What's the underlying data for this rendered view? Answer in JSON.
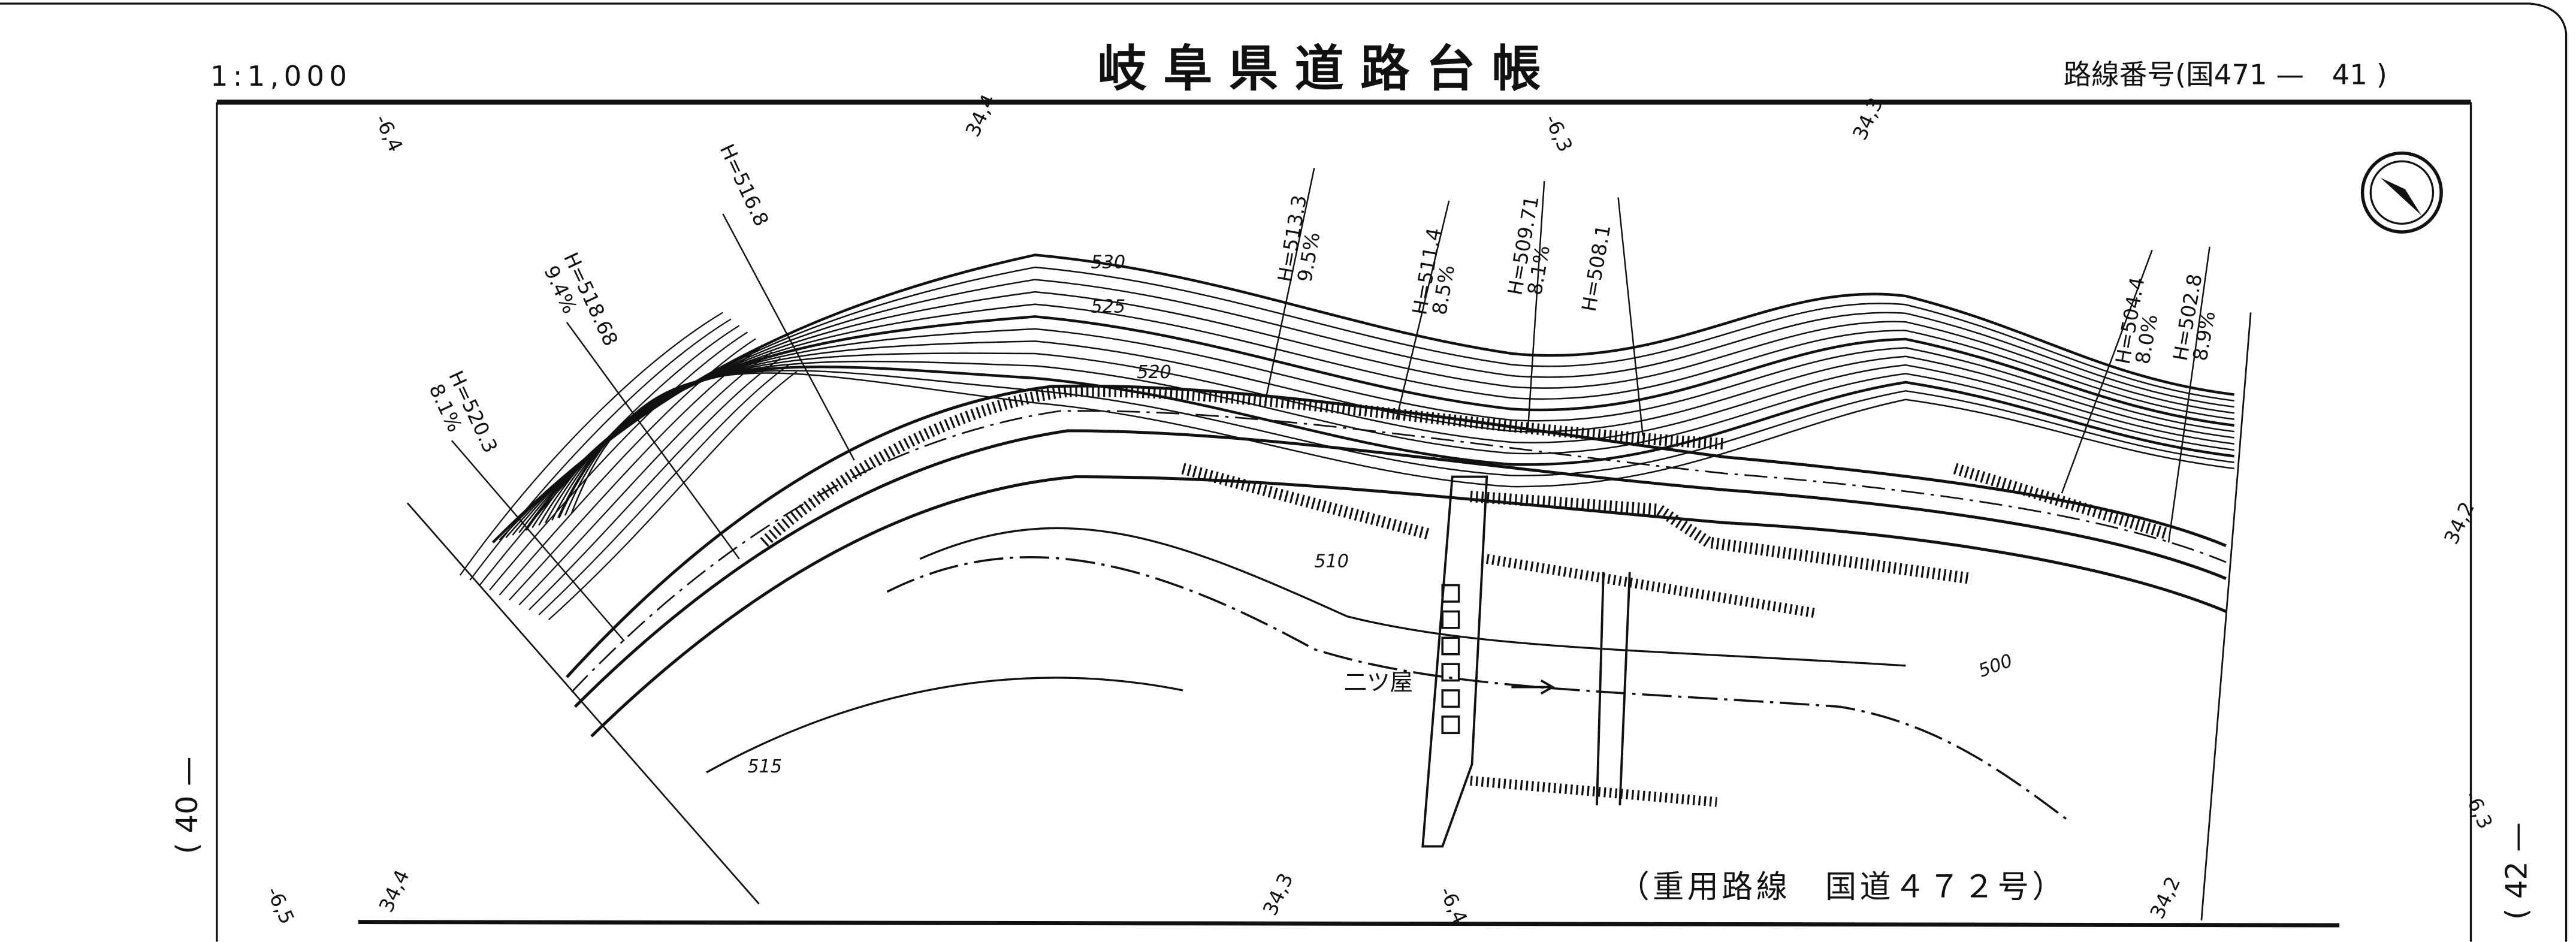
{
  "header": {
    "scale": "1:1,000",
    "title": "岐阜県道路台帳",
    "route_number": "路線番号(国471 —　41 )"
  },
  "side_refs": {
    "left": "( 40 —",
    "right": "( 42 —"
  },
  "coordinates": {
    "top": [
      "-6,4",
      "34,4",
      "-6,3",
      "34,3"
    ],
    "right": [
      "34,2",
      "-6,3"
    ],
    "bottom": [
      "-6,5",
      "34,4",
      "34,3",
      "-6,4",
      "34,2"
    ]
  },
  "stations": [
    {
      "h": "H=520.3",
      "grade": "8.1%"
    },
    {
      "h": "H=518.68",
      "grade": "9.4%"
    },
    {
      "h": "H=516.8",
      "grade": ""
    },
    {
      "h": "H=513.3",
      "grade": "9.5%"
    },
    {
      "h": "H=511.4",
      "grade": "8.5%"
    },
    {
      "h": "H=509.71",
      "grade": "8.1%"
    },
    {
      "h": "H=508.1",
      "grade": ""
    },
    {
      "h": "H=504.4",
      "grade": "8.0%"
    },
    {
      "h": "H=502.8",
      "grade": "8.9%"
    }
  ],
  "contours": [
    "530",
    "525",
    "520",
    "515",
    "510",
    "500"
  ],
  "river_name": "二ツ屋",
  "route_note": "（重用路線　国道４７２号）",
  "north_arrow": "north-arrow-icon"
}
